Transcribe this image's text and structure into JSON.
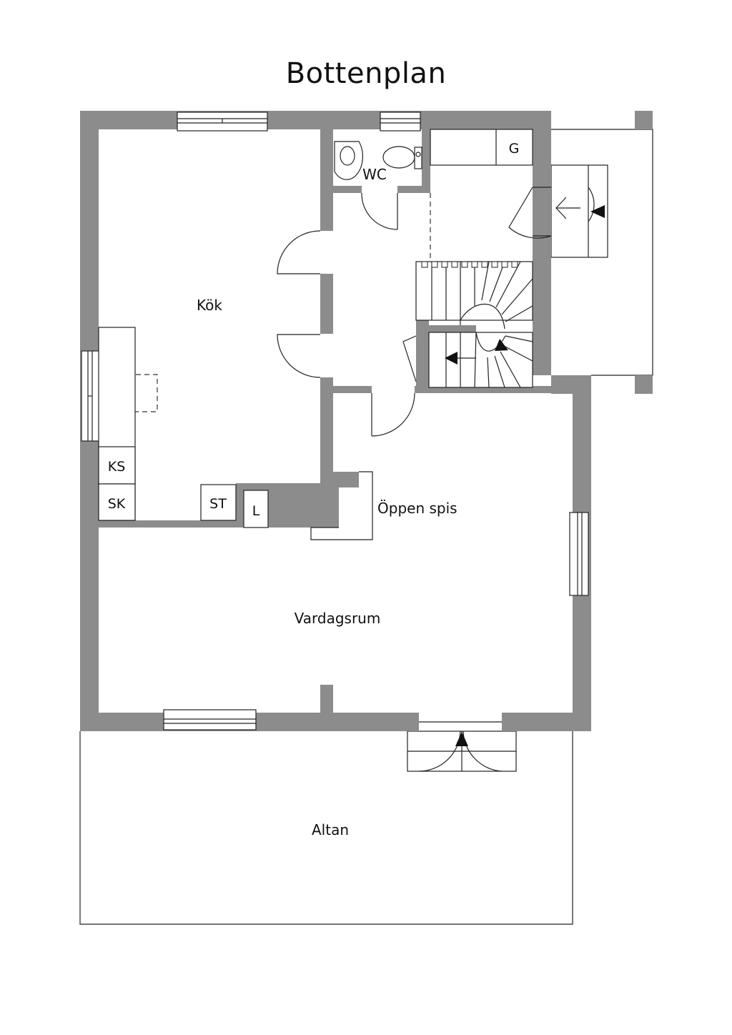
{
  "title": "Bottenplan",
  "rooms": {
    "kitchen": "Kök",
    "wc": "WC",
    "living_room": "Vardagsrum",
    "fireplace": "Öppen spis",
    "terrace": "Altan"
  },
  "fixtures": {
    "g": "G",
    "ks": "KS",
    "sk": "SK",
    "st": "ST",
    "l": "L"
  },
  "colors": {
    "wall": "#8c8c8c",
    "line": "#222222",
    "background": "#ffffff"
  }
}
